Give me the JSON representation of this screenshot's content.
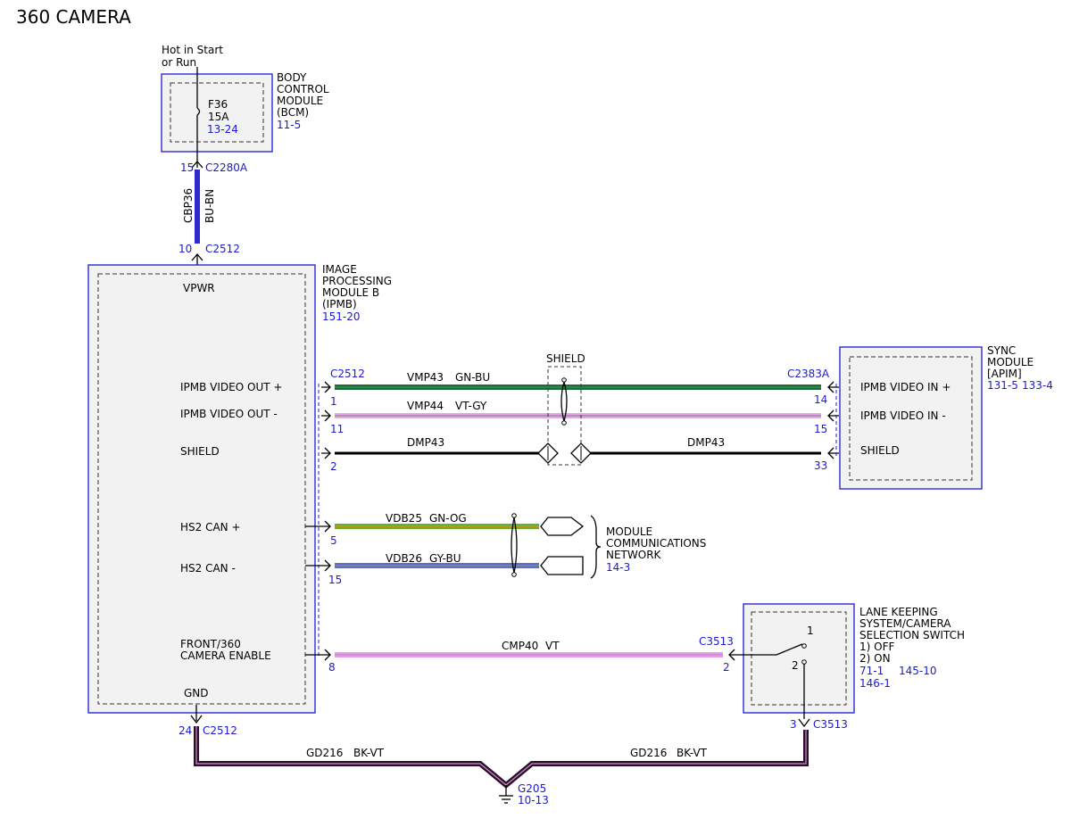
{
  "title": "360 CAMERA",
  "colors": {
    "ref_text": "#1a1ad6",
    "module_border": "#1a1ad6",
    "module_fill": "#f2f2f2",
    "wire_bu_bn": "#2a2ad0",
    "wire_gn_bu": "#1f6b3a",
    "wire_vt_gy": "#e7a6e7",
    "wire_gn_og": "#6ab02c",
    "wire_gy_bu": "#5b6fc9",
    "wire_vt": "#e89be8",
    "wire_bk_vt": "#2a0f2a"
  },
  "bcm": {
    "supply": [
      "Hot in Start",
      "or Run"
    ],
    "fuse_id": "F36",
    "fuse_rating": "15A",
    "fuse_ref": "13-24",
    "name": [
      "BODY",
      "CONTROL",
      "MODULE",
      "(BCM)"
    ],
    "ref": "11-5"
  },
  "power_wire": {
    "top_pin": "15",
    "top_connector": "C2280A",
    "circuit": "CBP36",
    "color": "BU-BN",
    "bottom_pin": "10",
    "bottom_connector": "C2512"
  },
  "ipmb": {
    "name": [
      "IMAGE",
      "PROCESSING",
      "MODULE B",
      "(IPMB)"
    ],
    "ref": "151-20",
    "pins": {
      "vpwr": "VPWR",
      "video_out_plus": "IPMB VIDEO OUT +",
      "video_out_minus": "IPMB VIDEO OUT -",
      "shield": "SHIELD",
      "hs2_can_plus": "HS2 CAN +",
      "hs2_can_minus": "HS2 CAN -",
      "camera_enable": [
        "FRONT/360",
        "CAMERA ENABLE"
      ],
      "gnd": "GND"
    },
    "connector": "C2512"
  },
  "video": {
    "shield_label": "SHIELD",
    "wire1": {
      "circuit": "VMP43",
      "color": "GN-BU",
      "left_pin": "1",
      "right_pin": "14"
    },
    "wire2": {
      "circuit": "VMP44",
      "color": "VT-GY",
      "left_pin": "11",
      "right_pin": "15"
    },
    "drain_left": {
      "circuit": "DMP43",
      "pin": "2"
    },
    "drain_right": {
      "circuit": "DMP43",
      "pin": "33"
    },
    "right_connector": "C2383A"
  },
  "sync": {
    "name": [
      "SYNC",
      "MODULE",
      "[APIM]"
    ],
    "ref1": "131-5",
    "ref2": "133-4",
    "pins": {
      "video_in_plus": "IPMB VIDEO IN +",
      "video_in_minus": "IPMB VIDEO IN -",
      "shield": "SHIELD"
    }
  },
  "can": {
    "wire1": {
      "circuit": "VDB25",
      "color": "GN-OG",
      "pin": "5"
    },
    "wire2": {
      "circuit": "VDB26",
      "color": "GY-BU",
      "pin": "15"
    },
    "network": [
      "MODULE",
      "COMMUNICATIONS",
      "NETWORK"
    ],
    "network_ref": "14-3"
  },
  "enable_wire": {
    "circuit": "CMP40",
    "color": "VT",
    "left_pin": "8",
    "right_pin": "2",
    "right_connector": "C3513"
  },
  "switch": {
    "name": [
      "LANE KEEPING",
      "SYSTEM/CAMERA",
      "SELECTION SWITCH"
    ],
    "states": [
      "1) OFF",
      "2) ON"
    ],
    "ref1": "71-1",
    "ref2": "145-10",
    "ref3": "146-1",
    "pos1": "1",
    "pos2": "2",
    "gnd_pin": "3",
    "gnd_connector": "C3513"
  },
  "ground": {
    "left_pin": "24",
    "left_connector": "C2512",
    "left_circuit": "GD216",
    "left_color": "BK-VT",
    "right_circuit": "GD216",
    "right_color": "BK-VT",
    "id": "G205",
    "ref": "10-13"
  }
}
